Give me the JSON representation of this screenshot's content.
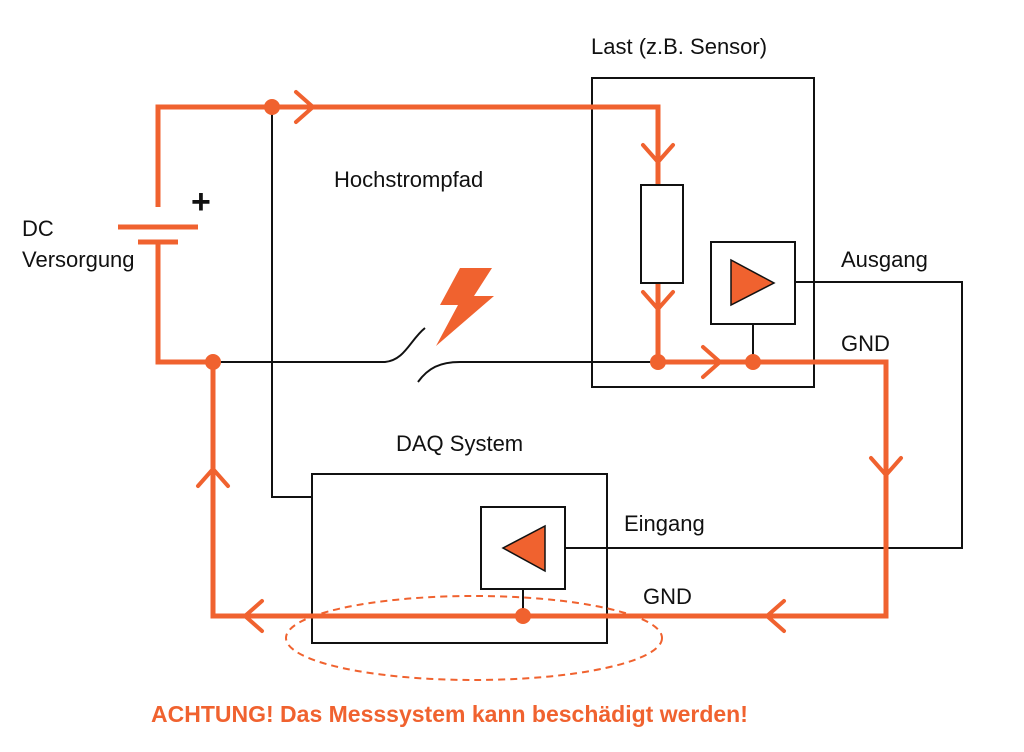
{
  "colors": {
    "accent": "#f0622f",
    "line": "#111111",
    "background": "#ffffff"
  },
  "labels": {
    "load": "Last (z.B. Sensor)",
    "high_current_path": "Hochstrompfad",
    "supply_line1": "DC",
    "supply_line2": "Versorgung",
    "plus": "+",
    "output": "Ausgang",
    "gnd_load": "GND",
    "daq": "DAQ System",
    "input": "Eingang",
    "gnd_daq": "GND",
    "warning": "ACHTUNG! Das Messsystem kann beschädigt werden!"
  },
  "icons": {
    "lightning": "lightning-bolt-icon",
    "output_amp": "amplifier-output-icon",
    "input_amp": "amplifier-input-icon",
    "resistor": "resistor-icon",
    "battery": "battery-icon"
  }
}
